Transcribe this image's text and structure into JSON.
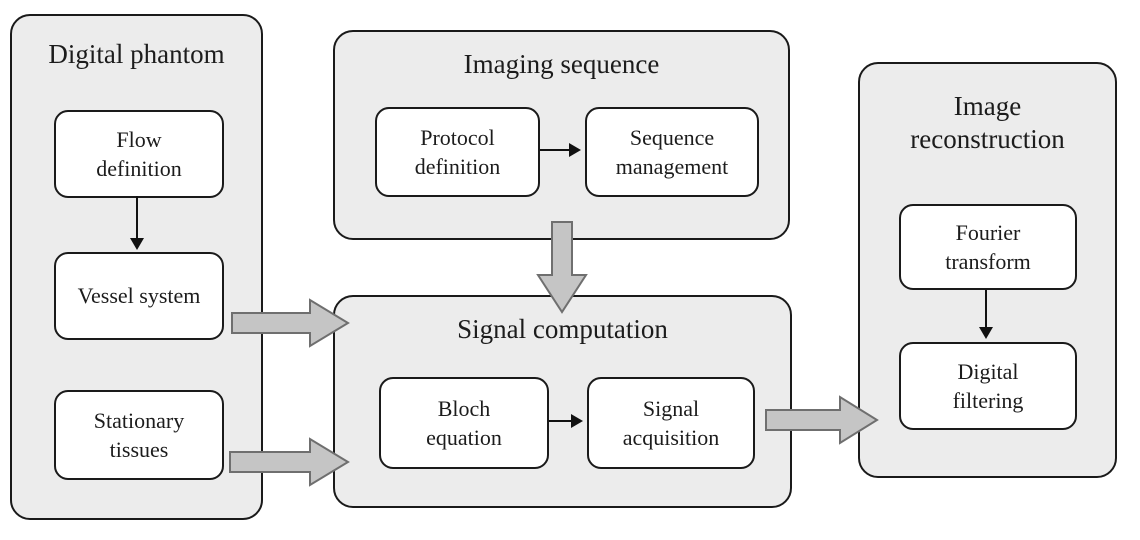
{
  "colors": {
    "group_fill": "#ececec",
    "group_border": "#1a1a1a",
    "box_fill": "#ffffff",
    "box_border": "#1a1a1a",
    "block_arrow_fill": "#c5c5c5",
    "block_arrow_border": "#6f6f6f",
    "thin_arrow": "#111111"
  },
  "groups": [
    {
      "title": "Digital phantom",
      "boxes": [
        {
          "label": "Flow\ndefinition"
        },
        {
          "label": "Vessel system"
        },
        {
          "label": "Stationary\ntissues"
        }
      ]
    },
    {
      "title": "Imaging sequence",
      "boxes": [
        {
          "label": "Protocol\ndefinition"
        },
        {
          "label": "Sequence\nmanagement"
        }
      ]
    },
    {
      "title": "Signal computation",
      "boxes": [
        {
          "label": "Bloch\nequation"
        },
        {
          "label": "Signal\nacquisition"
        }
      ]
    },
    {
      "title": "Image\nreconstruction",
      "boxes": [
        {
          "label": "Fourier\ntransform"
        },
        {
          "label": "Digital\nfiltering"
        }
      ]
    }
  ],
  "connections": [
    {
      "from": "Flow definition",
      "to": "Vessel system",
      "style": "thin"
    },
    {
      "from": "Protocol definition",
      "to": "Sequence management",
      "style": "thin"
    },
    {
      "from": "Bloch equation",
      "to": "Signal acquisition",
      "style": "thin"
    },
    {
      "from": "Fourier transform",
      "to": "Digital filtering",
      "style": "thin"
    },
    {
      "from": "Imaging sequence",
      "to": "Signal computation",
      "style": "block"
    },
    {
      "from": "Vessel system",
      "to": "Signal computation",
      "style": "block"
    },
    {
      "from": "Stationary tissues",
      "to": "Signal computation",
      "style": "block"
    },
    {
      "from": "Signal computation",
      "to": "Image reconstruction",
      "style": "block"
    }
  ]
}
